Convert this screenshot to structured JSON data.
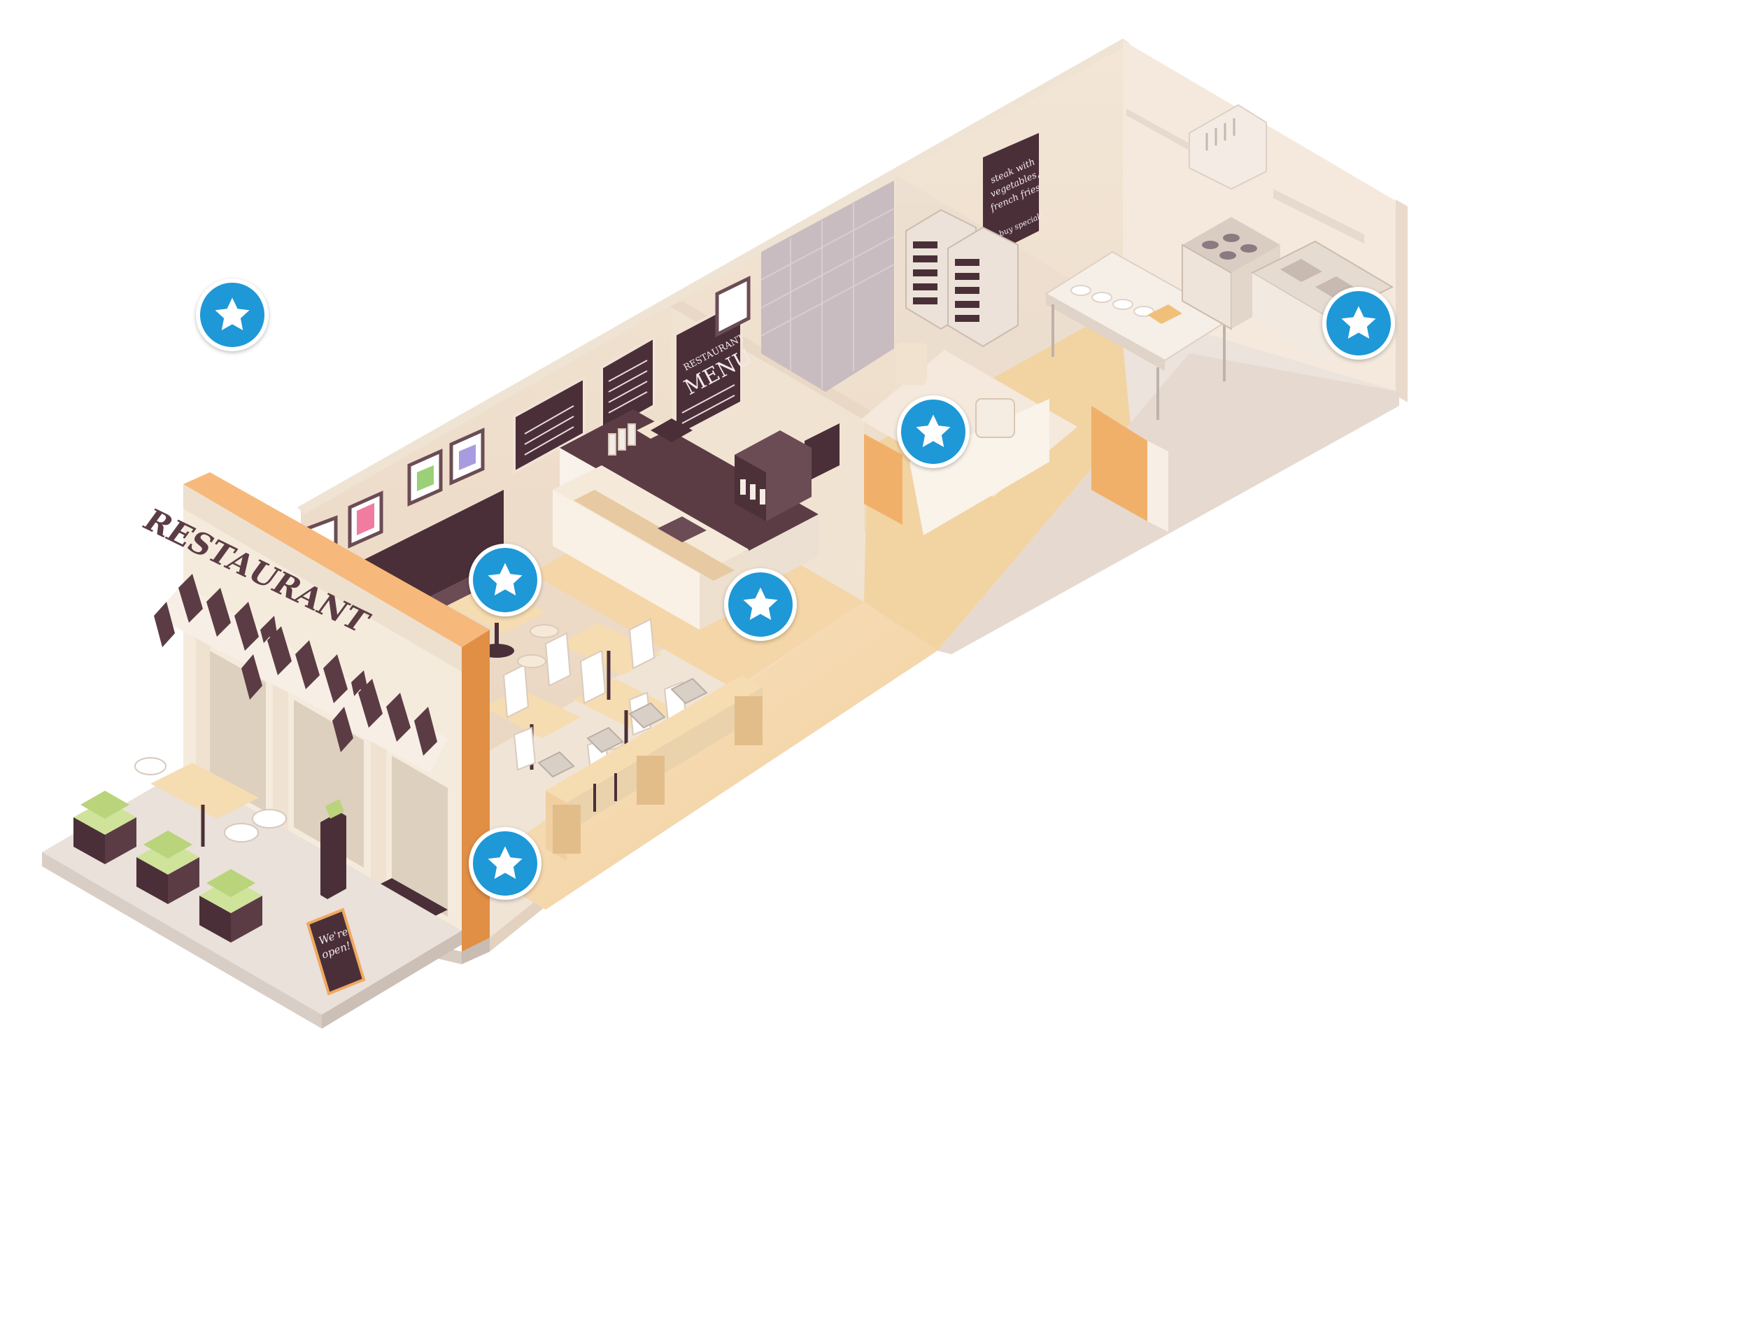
{
  "scene": {
    "sign_text": "RESTAURANT",
    "menu_board": {
      "brand": "RESTAURANT",
      "title": "MENU"
    },
    "kitchen_board_text": [
      "steak with",
      "vegetables,",
      "french fries",
      "buy special!"
    ],
    "sidewalk_board_text": [
      "We're",
      "open!"
    ]
  },
  "hotspots": [
    {
      "icon": "star-icon",
      "area": "outside"
    },
    {
      "icon": "star-icon",
      "area": "dining-booth"
    },
    {
      "icon": "star-icon",
      "area": "counter"
    },
    {
      "icon": "star-icon",
      "area": "entrance"
    },
    {
      "icon": "star-icon",
      "area": "restroom"
    },
    {
      "icon": "star-icon",
      "area": "kitchen"
    }
  ],
  "colors": {
    "hotspot": "#1e98d7",
    "wall": "#f6ece0",
    "floor_wood": "#f5d9ae",
    "awning_dark": "#5b3c45",
    "chalkboard": "#4a2f38",
    "accent_orange": "#f0a860",
    "planter_green": "#cfe39a"
  }
}
